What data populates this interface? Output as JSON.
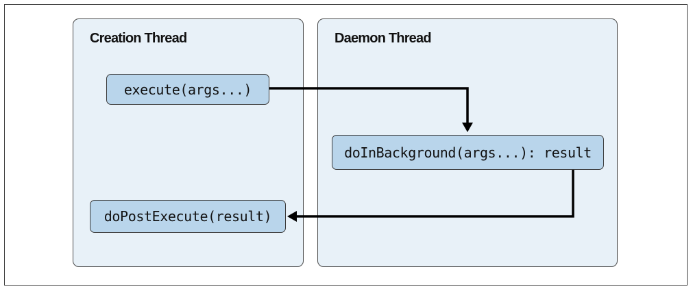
{
  "lanes": {
    "creation": {
      "title": "Creation Thread"
    },
    "daemon": {
      "title": "Daemon Thread"
    }
  },
  "nodes": {
    "execute": "execute(args...)",
    "background": "doInBackground(args...): result",
    "post_execute": "doPostExecute(result)"
  },
  "colors": {
    "lane_fill": "#e8f1f8",
    "node_fill": "#b9d5eb",
    "stroke": "#000000"
  }
}
